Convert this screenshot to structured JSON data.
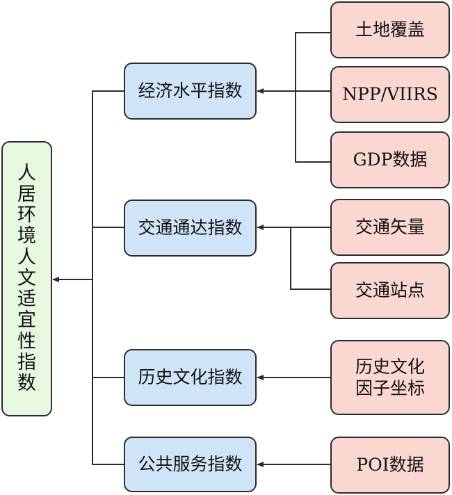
{
  "colors": {
    "root_fill": "#e6f8e0",
    "index_fill": "#cfe4f7",
    "source_fill": "#fbd7d1",
    "line": "#2b2b2b"
  },
  "root": {
    "label": "人居环境人文适宜性指数"
  },
  "indices": [
    {
      "label": "经济水平指数",
      "sources": [
        "土地覆盖",
        "NPP/VIIRS",
        "GDP数据"
      ]
    },
    {
      "label": "交通通达指数",
      "sources": [
        "交通矢量",
        "交通站点"
      ]
    },
    {
      "label": "历史文化指数",
      "sources": [
        "历史文化因子坐标"
      ]
    },
    {
      "label": "公共服务指数",
      "sources": [
        "POI数据"
      ]
    }
  ]
}
